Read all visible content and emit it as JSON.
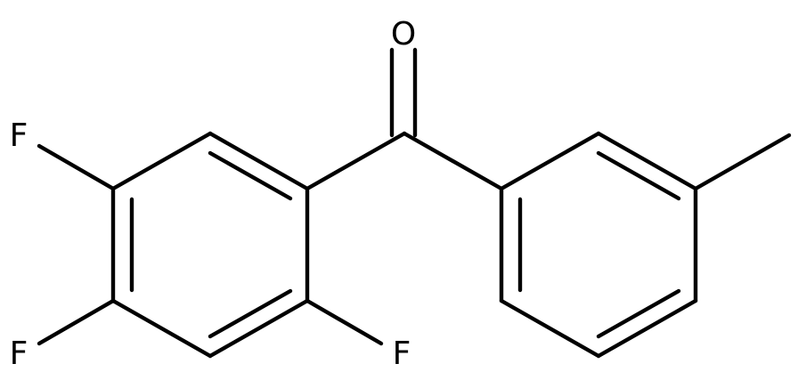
{
  "molecule": {
    "atoms": {
      "oxygen": "O",
      "fluorine_top_left": "F",
      "fluorine_bottom_left": "F",
      "fluorine_bottom_middle": "F"
    },
    "colors": {
      "bond": "#000000",
      "label": "#000000",
      "background": "#ffffff"
    }
  }
}
